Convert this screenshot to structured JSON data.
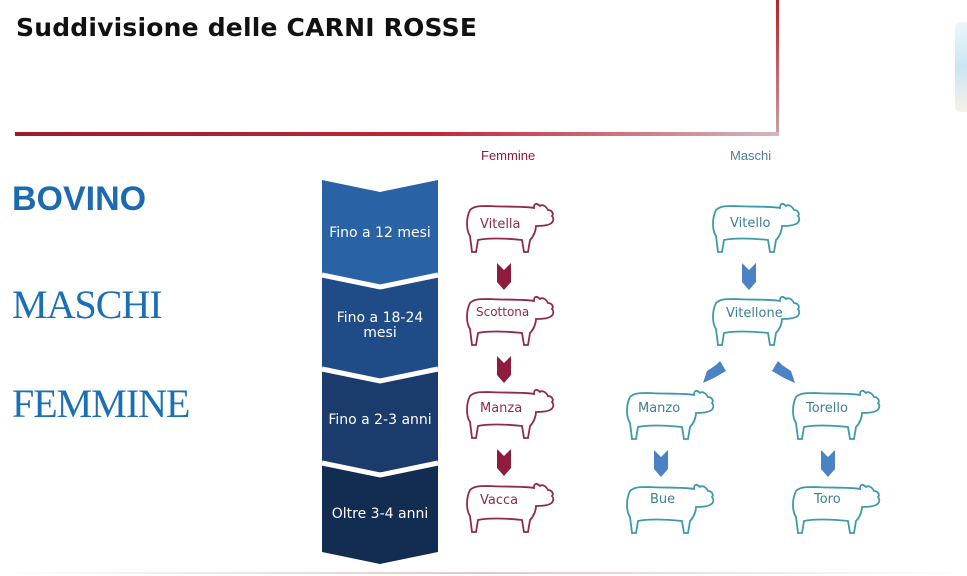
{
  "title": "Suddivisione delle CARNI ROSSE",
  "labels": {
    "bovino": "BOVINO",
    "maschi": "MASCHI",
    "femmine": "FEMMINE"
  },
  "columns": {
    "femmine": "Femmine",
    "maschi": "Maschi"
  },
  "stages": [
    {
      "label": "Fino a 12 mesi",
      "color": "#2a62a6"
    },
    {
      "label": "Fino a 18-24 mesi",
      "color": "#1f4b86"
    },
    {
      "label": "Fino a 2-3 anni",
      "color": "#1a3b6c"
    },
    {
      "label": "Oltre 3-4 anni",
      "color": "#132c52"
    }
  ],
  "femmine": [
    "Vitella",
    "Scottona",
    "Manza",
    "Vacca"
  ],
  "maschi": {
    "vitello": "Vitello",
    "vitellone": "Vitellone",
    "manzo": "Manzo",
    "torello": "Torello",
    "bue": "Bue",
    "toro": "Toro"
  },
  "colors": {
    "femmine_line": "#8e2b4a",
    "femmine_arrow": "#8e1c3c",
    "maschi_line": "#3e9aab",
    "maschi_arrow": "#4a82c3",
    "accent_text": "#1a6fb5"
  }
}
